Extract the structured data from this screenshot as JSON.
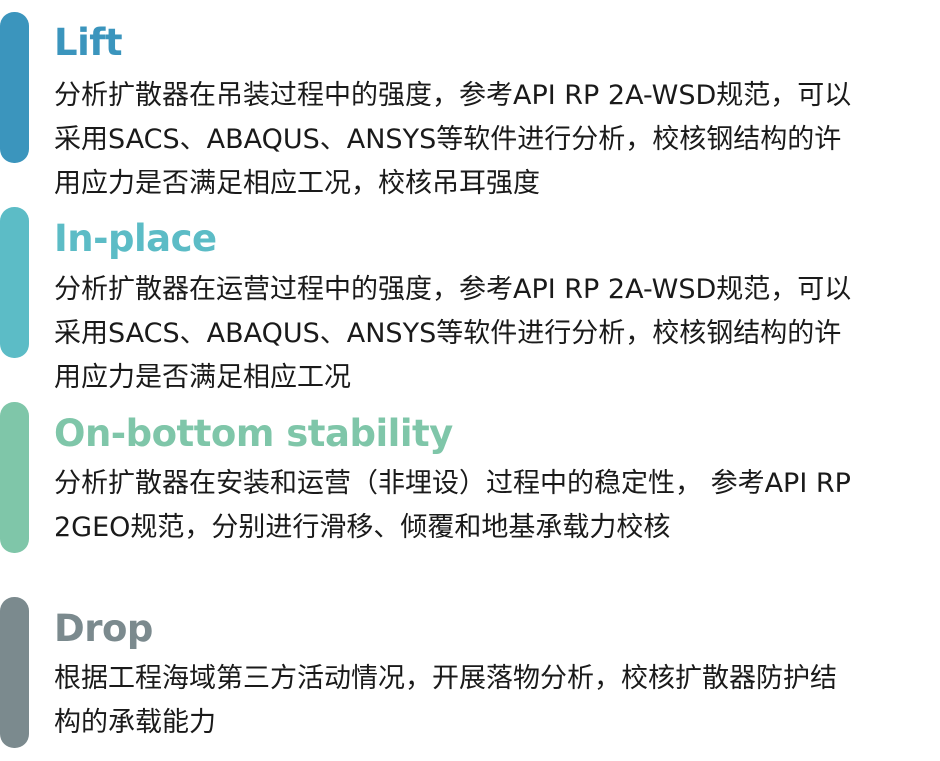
{
  "colors": {
    "lift": "#3b95bd",
    "inplace": "#5cbcc6",
    "onbottom": "#7fc6a9",
    "drop": "#7b8a8e",
    "text": "#1a1a1a"
  },
  "sections": [
    {
      "title": "Lift",
      "lines": [
        "分析扩散器在吊装过程中的强度，参考API RP 2A-WSD规范，可以",
        "采用SACS、ABAQUS、ANSYS等软件进行分析，校核钢结构的许",
        "用应力是否满足相应工况，校核吊耳强度"
      ]
    },
    {
      "title": "In-place",
      "lines": [
        "分析扩散器在运营过程中的强度，参考API RP 2A-WSD规范，可以",
        "采用SACS、ABAQUS、ANSYS等软件进行分析，校核钢结构的许",
        "用应力是否满足相应工况"
      ]
    },
    {
      "title": "On-bottom stability",
      "lines": [
        "分析扩散器在安装和运营（非埋设）过程中的稳定性， 参考API RP",
        "2GEO规范，分别进行滑移、倾覆和地基承载力校核"
      ]
    },
    {
      "title": "Drop",
      "lines": [
        "根据工程海域第三方活动情况，开展落物分析，校核扩散器防护结",
        "构的承载能力"
      ]
    }
  ]
}
